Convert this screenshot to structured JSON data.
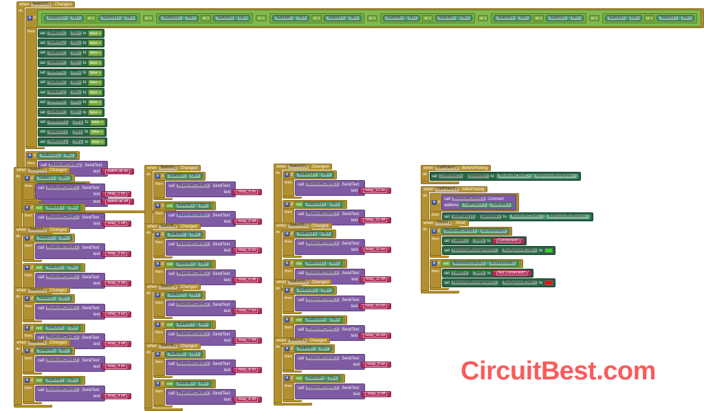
{
  "workspace": {
    "background": "#ffffff"
  },
  "branding": {
    "text": "CircuitBest.com",
    "color": "#fb5b5b"
  },
  "colors": {
    "event_gold": "#b3902f",
    "logic_green": "#77ab41",
    "getter_green": "#439970",
    "setter_green": "#266643",
    "method_purple": "#7e5ba3",
    "string_magenta": "#b32d5f",
    "connected_swatch": "#23db1c",
    "not_connected_swatch": "#f40a0a"
  },
  "icons": {
    "gear": "⚙",
    "dropdown_caret": "▾"
  },
  "labels": {
    "when": "when",
    "do": "do",
    "if": "if",
    "then": "then",
    "not": "not",
    "set": "set",
    "to": "to",
    "call": "call",
    "or": "or",
    "text_arg": "text",
    "address_arg": "address",
    "false": "false",
    "dot": ".",
    "on_prop": "On",
    "changed_event": ".Changed",
    "quote": "\""
  },
  "bluetooth": {
    "client": "BluetoothClient1",
    "send_text": ".SendText",
    "connect": ".Connect",
    "is_connected": "IsConnected",
    "addresses": "AddressesAndNames"
  },
  "master": {
    "component": "Switch13",
    "condition_prop": "On",
    "or_pairs": [
      {
        "a": "Switch12",
        "b": "Switch11"
      },
      {
        "a": "Switch10",
        "b": "Switch9"
      },
      {
        "a": "Switch8",
        "b": "Switch7"
      },
      {
        "a": "Switch6",
        "b": "Switch5"
      },
      {
        "a": "Switch4",
        "b": "Switch3"
      },
      {
        "a": "Switch2",
        "b": "Switch1"
      }
    ],
    "set_prop": "On",
    "set_value": "false",
    "sets": [
      {
        "c": "Switch1"
      },
      {
        "c": "Switch2"
      },
      {
        "c": "Switch3"
      },
      {
        "c": "Switch4"
      },
      {
        "c": "Switch5"
      },
      {
        "c": "Switch6"
      },
      {
        "c": "Switch7"
      },
      {
        "c": "Switch8"
      },
      {
        "c": "Switch9"
      },
      {
        "c": "Switch10"
      },
      {
        "c": "Switch11"
      },
      {
        "c": "Switch12"
      }
    ],
    "if_on": {
      "component": "Switch13",
      "prop": "On",
      "message": "switch all on"
    },
    "if_off": {
      "component": "Switch13",
      "prop": "On",
      "message": "switch all off"
    }
  },
  "switch_blocks": [
    {
      "name": "Switch1",
      "prop": "On",
      "on_message": "relay_1 on",
      "off_message": "relay_1 off"
    },
    {
      "name": "Switch2",
      "prop": "On",
      "on_message": "relay_2 on",
      "off_message": "relay_2 off"
    },
    {
      "name": "Switch3",
      "prop": "On",
      "on_message": "relay_3 on",
      "off_message": "relay_3 off"
    },
    {
      "name": "Switch4",
      "prop": "On",
      "on_message": "relay_4 on",
      "off_message": "relay_4 off"
    },
    {
      "name": "Switch5",
      "prop": "On",
      "on_message": "relay_5 on",
      "off_message": "relay_5 off"
    },
    {
      "name": "Switch6",
      "prop": "On",
      "on_message": "relay_6 on",
      "off_message": "relay_6 off"
    },
    {
      "name": "Switch7",
      "prop": "On",
      "on_message": "relay_7 on",
      "off_message": "relay_7 off"
    },
    {
      "name": "Switch8",
      "prop": "On",
      "on_message": "relay_8 on",
      "off_message": "relay_8 off"
    },
    {
      "name": "Switch12",
      "prop": "On",
      "on_message": "relay_12 on",
      "off_message": "relay_12 off"
    },
    {
      "name": "Switch11",
      "prop": "On",
      "on_message": "relay_11 on",
      "off_message": "relay_11 off"
    },
    {
      "name": "Switch10",
      "prop": "On",
      "on_message": "relay_10 on",
      "off_message": "relay_10 off"
    },
    {
      "name": "Switch9",
      "prop": "On",
      "on_message": "relay_9 on",
      "off_message": "relay_9 off"
    }
  ],
  "list_picker": {
    "before": {
      "component": "ListPicker1",
      "event": ".BeforePicking",
      "set_component": "ListPicker1",
      "set_prop": "Elements",
      "value_component": "BluetoothClient1",
      "value_prop": "AddressesAndNames"
    },
    "after": {
      "component": "ListPicker1",
      "event": ".AfterPicking",
      "call_component": "BluetoothClient1",
      "method": ".Connect",
      "arg_component": "ListPicker1",
      "arg_prop": "Selection",
      "set_component": "ListPicker1",
      "set_prop": "Elements",
      "value_component": "BluetoothClient1",
      "value_prop": "AddressesAndNames"
    }
  },
  "clock": {
    "component": "Clock1",
    "event": ".Timer",
    "cond_component": "BluetoothClient1",
    "cond_prop": "IsConnected",
    "label_component": "Label1",
    "label_prop": "Text",
    "connected_message": "Connected!!",
    "not_connected_message": "Not Connected!!",
    "arrangement_component": "HorizontalArrangement1",
    "arrangement_prop": "BackgroundColor",
    "connected_color": "#23db1c",
    "not_connected_color": "#f40a0a"
  }
}
